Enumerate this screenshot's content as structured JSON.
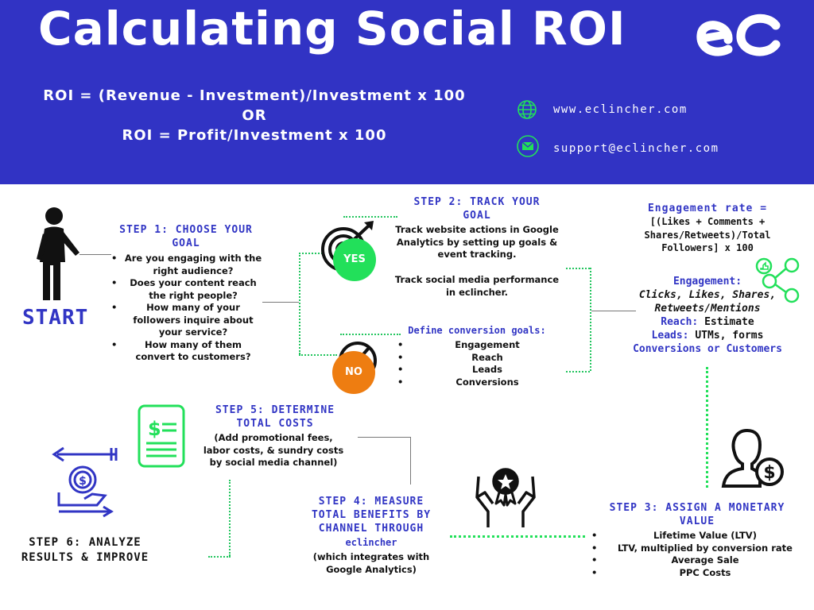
{
  "header": {
    "title": "Calculating Social ROI",
    "formula_1": "ROI = (Revenue - Investment)/Investment x 100",
    "formula_or": "OR",
    "formula_2": "ROI = Profit/Investment x 100",
    "website": "www.eclincher.com",
    "email": "support@eclincher.com",
    "logo_text": "eC"
  },
  "start": {
    "label": "START"
  },
  "step1": {
    "heading": "STEP 1: CHOOSE YOUR GOAL",
    "items": [
      "Are you engaging with the right audience?",
      "Does your content reach the right people?",
      "How many of your followers inquire about your service?",
      "How many of them convert to customers?"
    ]
  },
  "step2": {
    "heading": "STEP 2: TRACK YOUR GOAL",
    "text_1": "Track website actions in Google Analytics by setting up goals & event tracking.",
    "text_2": "Track social media performance in eclincher."
  },
  "yes_label": "YES",
  "no_label": "NO",
  "conversion": {
    "heading": "Define conversion goals:",
    "items": [
      "Engagement",
      "Reach",
      "Leads",
      "Conversions"
    ]
  },
  "engagement_rate": {
    "heading": "Engagement rate =",
    "formula": "[(Likes + Comments + Shares/Retweets)/Total Followers] x 100"
  },
  "metrics": {
    "engagement_label": "Engagement:",
    "engagement_value": "Clicks, Likes, Shares, Retweets/Mentions",
    "reach_label": "Reach:",
    "reach_value": "Estimate",
    "leads_label": "Leads:",
    "leads_value": "UTMs, forms",
    "conversions": "Conversions or Customers"
  },
  "step3": {
    "heading": "STEP 3: ASSIGN A MONETARY VALUE",
    "items": [
      "Lifetime Value (LTV)",
      "LTV, multiplied by conversion rate",
      "Average Sale",
      "PPC Costs"
    ]
  },
  "step4": {
    "heading": "STEP 4: MEASURE TOTAL BENEFITS BY CHANNEL THROUGH",
    "brand": "eclincher",
    "note": "(which integrates with Google Analytics)"
  },
  "step5": {
    "heading": "STEP 5: DETERMINE TOTAL COSTS",
    "text": "(Add promotional fees, labor costs, & sundry costs by social media channel)"
  },
  "step6": {
    "heading": "STEP 6: ANALYZE RESULTS & IMPROVE"
  },
  "colors": {
    "header": "#3133c4",
    "accent_green": "#22e05a",
    "orange": "#ee7d11",
    "heading_blue": "#3135c4"
  }
}
